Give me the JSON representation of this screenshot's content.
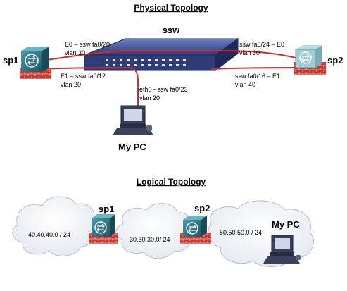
{
  "physical": {
    "title": "Physical Topology",
    "switch_label": "ssw",
    "sp1_label": "sp1",
    "sp2_label": "sp2",
    "pc_label": "My PC",
    "e0_left": "E0 – ssw fa0/20",
    "e0_left_vlan": "vlan 30",
    "e1_left": "E1 – ssw fa0/12",
    "e1_left_vlan": "vlan 20",
    "e0_right": "ssw fa0/24 – E0",
    "e0_right_vlan": "vlan 30",
    "e1_right": "ssw fa0/16 – E1",
    "e1_right_vlan": "vlan 40",
    "eth0": "eth0  - ssw fa0/23",
    "eth0_vlan": "vlan 20"
  },
  "logical": {
    "title": "Logical Topology",
    "sp1_label": "sp1",
    "sp2_label": "sp2",
    "pc_label": "My PC",
    "net1": "40.40.40.0 / 24",
    "net2": "30.30.30.0/ 24",
    "net3": "50.50.50.0 / 24"
  },
  "colors": {
    "link": "#d42a2a",
    "switch": "#3d4f8c",
    "router": "#2f6f7f",
    "firewall_brick": "#c0392b"
  }
}
